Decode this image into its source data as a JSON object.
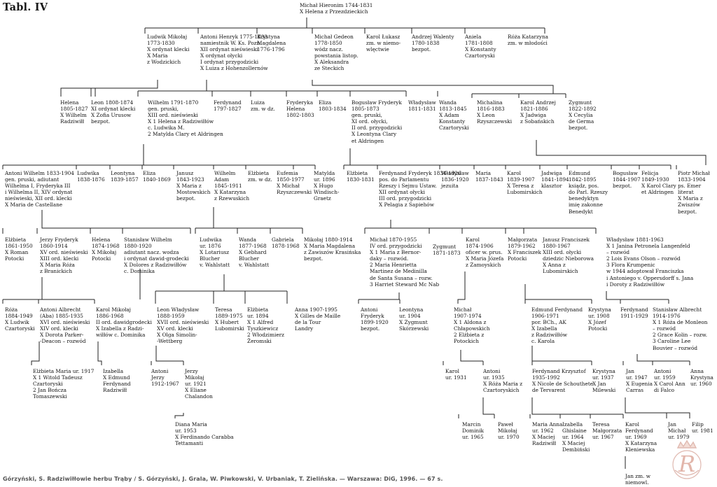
{
  "title": "Tabl. IV",
  "footer": "Górzyński, S. Radziwiłłowie herbu Trąby / S. Górzyński, J. Grala, W. Piwkowski, V. Urbaniak, T. Zielińska. — Warszawa: DiG, 1996. — 67 s.",
  "logo_text": "R",
  "logo_icon": "crowned-monogram-seal",
  "nodes": {
    "root": "Michał Hieronim 1744-1831\nX Helena z Przezdzieckich",
    "g1_ludwik": "Ludwik Mikołaj\n1773-1830\nX ordynat klecki\nX Maria\nz Wodzickich",
    "g1_antoni": "Antoni Henryk 1775-1833\nnamiestnik W. Ks. Pozn.\nXII ordynat nieświeski\nX ordynat ołycki\nI ordynat przygodzicki\nX Luiza z Hohenzollernów",
    "g1_krystyna": "Krystyna\nMagdalena\n1776-1796",
    "g1_michal": "Michał Gedeon\n1778-1850\nwódz nacz.\npowstania listop.\nX Aleksandra\nze Steckich",
    "g1_karol": "Karol Łukasz\nzm. w niemo-\nwlęctwie",
    "g1_andrzej": "Andrzej Walenty\n1780-1838\nbezpot.",
    "g1_aniela": "Aniela\n1781-1808\nX Konstanty\nCzartoryski",
    "g1_roza": "Róża Katarzyna\nzm. w młodości",
    "g2_helena": "Helena\n1805-1827\nX Wilhelm\nRadziwiłł",
    "g2_leon": "Leon 1808-1874\nXI ordynat klecki\nX Zofia Urusow\nbezpot.",
    "g2_wilhelm": "Wilhelm 1791-1870\ngen. pruski,\nXIII ord. nieświeski\nX 1 Helena z Radziwiłłów\nc. Ludwika M.\n2 Matylda Clary et Aldringen",
    "g2_ferdynand": "Ferdynand\n1797-1827",
    "g2_luiza": "Luiza\nzm. w dz.",
    "g2_fryderyka": "Fryderyka\nHelena\n1802-1803",
    "g2_eliza": "Eliza\n1803-1834",
    "g2_boguslaw": "Bogusław Fryderyk\n1805-1873\ngen. pruski,\nXI ord. ołycki,\nII ord. przygodzicki\nX Leontyna Clary\net Aldringen",
    "g2_wladyslaw": "Władysław\n1811-1831",
    "g2_wanda": "Wanda\n1813-1845\nX Adam\nKonstanty\nCzartoryski",
    "g2_michalina": "Michalina\n1816-1883\nX Leon\nRzyszczewski",
    "g2_karol": "Karol Andrzej\n1821-1886\nX Jadwiga\nz Sobańskich",
    "g2_zygmunt": "Zygmunt\n1822-1892\nX Cecylia\nde Germa\nbezpot.",
    "g3_antoni": "Antoni Wilhelm 1833-1904\ngen. pruski, adiutant\nWilhelma I, Fryderyka III\ni Wilhelma II, XIV ordynat\nnieświeski, XII ord. klecki\nX Maria de Castellane",
    "g3_ludwika": "Ludwika\n1838-1876",
    "g3_leontyna": "Leontyna\n1839-1857",
    "g3_eliza": "Eliza\n1840-1869",
    "g3_janusz": "Janusz\n1843-1923\nX Maria z\nMostowskich\nbezpot.",
    "g3_wilhelm": "Wilhelm\nAdam\n1845-1911\nX Katarzyna\nz Rzewuskich",
    "g3_elzbieta": "Elżbieta\nzm. w dz.",
    "g3_eufemia": "Eufemia\n1850-1977\nX Michał\nRzyszczewski",
    "g3_matylda": "Matylda\nur. 1896\nX Hugo\nWindisch-\nGraetz",
    "g3_elzbieta2": "Elżbieta\n1830-1831",
    "g3_ferdynand": "Ferdynand Fryderyk 1834-1926\npos. do Parlamentu\nRzeszy i Sejmu Ustaw.\nXII ordynat ołycki\nIII ord. przygodzicki\nX Pelagia z Sapiehów",
    "g3_wladyslaw": "Władysław\n1836-1920\njezuita",
    "g3_maria": "Maria\n1837-1843",
    "g3_karol": "Karol\n1839-1907\nX Teresa z\nLubomirskich",
    "g3_jadwiga": "Jadwiga\n1841-1894\nklasztor",
    "g3_edmund": "Edmund\n1842-1895\nksiądz, pos.\ndo Parl. Rzeszy\nbenedyktyn\nimię zakonne\nBenedykt",
    "g3_boguslaw": "Bogusław\n1844-1907\nbezpot.",
    "g3_felicja": "Felicja\n1849-1930\nX Karol Clary\net Aldringen",
    "g3_piotr": "Piotr Michał\n1833-1904\nps. Emer\nliterat\nX Maria z\nZwiszów\nbezpot.",
    "g4_elzbieta": "Elżbieta\n1861-1950\nX Roman\nPotocki",
    "g4_jerzy": "Jerzy Fryderyk\n1860-1914\nXV ord. nieświeski\nXIII ord. klecki\nX Maria Róża\nz Branickich",
    "g4_helena": "Helena\n1874-1968\nX Mikołaj\nPotocki",
    "g4_stanislaw": "Stanisław Wilhelm\n1880-1920\nadiutant nacz. wodza\ni ordynat dawid-grodecki\nX Dolores z Radziwiłłów\nc. Dominika",
    "g4_ludwika": "Ludwika\nur. 1876\nX Lotariusz\nBlucher\nv. Wahlstatt",
    "g4_wanda": "Wanda\n1877-1968\nX Gebhard\nBlucher\nv. Wahlstatt",
    "g4_gabriela": "Gabriela\n1878-1968",
    "g4_mikolaj": "Mikołaj 1880-1914\nX Maria Magdalena\nz Zawiszów Krasińska\nbezpot.",
    "g4_michal": "Michał 1870-1955\nIV ord. przygodzicki\nX 1 Maria z Bernor-\ndaky – rozwód.\n2 Maria Henrietta\nMartinez de Medinilla\nde Santa Susana – rozw.\n3 Harriet Steward Mc Nab",
    "g4_zygmunt": "Zygmunt\n1871-1873",
    "g4_karol": "Karol\n1874-1906\noficer w. prus.\nX Maria Józefa\nz Zamoyskich",
    "g4_malgorzata": "Małgorzata\n1879-1962\nX Franciszek\nPotocki",
    "g4_janusz": "Janusz Franciszek\n1880-1967\nXIII ord. ołycki\ndziedzic Nieborowa\nX Anna z\nLubomirskich",
    "g4_wladyslaw": "Władysław 1881-1963\nX 1 Janina Petronela Langenfeld\n– rozwód\n2 Lois Evans Olson – rozwód\n3 Flora Krumpenic\nw 1944 adoptował Franciszka\ni Antoniego v. Oppersdorff s. Jana\ni Doroty z Radziwiłłów",
    "g5_roza": "Róża\n1884-1949\nX Ludwik\nCzartoryski",
    "g5_antoni": "Antoni Albrecht\n(Aba) 1885-1935\nXVI ord. nieświeski\nXIV ord. klecki\nX Dorota Parker-\n-Deacon – rozwód",
    "g5_karol": "Karol Mikołaj\n1886-1968\nII ord. dawidgrodecki\nX Izabella z Radzi-\nwiłłów c. Dominika",
    "g5_leon": "Leon Władysław\n1888-1959\nXVII ord. nieświeski\nXV ord. klecki\nX Olga Simolin-\n-Wettberg",
    "g5_teresa": "Teresa\n1889-1975\nX Hubert\nLubomirski",
    "g5_elzbieta": "Elżbieta\nur. 1894\nX 1 Alfred\nTyszkiewicz\n2 Włodzimierz\nŻeromski",
    "g5_anna": "Anna 1907-1995\nX Gilles de Maille\nde la Tour\nLandry",
    "g5_antoni2": "Antoni\nFryderyk\n1899-1920\nbezpot.",
    "g5_leontyna": "Leontyna\nur. 1904\nX Zygmunt\nSkórzewski",
    "g5_michal": "Michał\n1907-1974\nX 1 Aldona z\nChłapowskich\n2 Elżbieta z\nPotockich",
    "g5_edmund": "Edmund Ferdynand\n1906-1971\npor. BCh., AK\nX Izabella\nz Radziwiłłów\nc. Karola",
    "g5_krystyna": "Krystyna\nur. 1908\nX Józef\nPotocki",
    "g5_ferdynand": "Ferdynand\n1911-1929",
    "g5_stanislaw": "Stanisław Albrecht\n1914-1976\nX 1 Róża de Monleon\n– rozwód\n2 Grace Kolin – rozw.\n3 Caroline Lee\nBouvier – rozwód",
    "g6_elzbieta": "Elżbieta Maria ur. 1917\nX 1 Witold Tadeusz\nCzartoryski\n2 Jan Bończa\nTomaszewski",
    "g6_izabella": "Izabella\nX Edmund\nFerdynand\nRadziwiłł",
    "g6_antoni": "Antoni\nJerzy\n1912-1967",
    "g6_jerzy": "Jerzy\nMikołaj\nur. 1921\nX Eliane\nChalandon",
    "g6_karol": "Karol\nur. 1931",
    "g6_antoni2": "Antoni\nur. 1935\nX Róża Maria z\nCzartoryskich",
    "g6_ferdynand": "Ferdynand Krzysztof\n1935-1992\nX Nicole de Schouthete\nde Tervarent",
    "g6_krystyna": "Krystyna\nur. 1937\nX Jan\nMilewski",
    "g6_jan": "Jan\nur. 1947\nX Eugenia\nCarras",
    "g6_antoni3": "Antoni\nur. 1959\nX Carol Ann\ndi Falco",
    "g6_anna": "Anna\nKrystyna\nur. 1960",
    "g7_diana": "Diana Maria\nur. 1953\nX Ferdinando Carabba\nTettamanti",
    "g7_marcin": "Marcin\nDominik\nur. 1965",
    "g7_pawel": "Paweł\nMikołaj\nur. 1970",
    "g7_maria": "Maria Anna\nur. 1962\nX Maciej\nRadziwiłł",
    "g7_izabella": "Izabella\nGhislaine\nur. 1964\nX Maciej\nDembiński",
    "g7_teresa": "Teresa\nMałgorzata\nur. 1967",
    "g7_karol": "Karol\nFerdynand\nur. 1969\nX Katarzyna\nKleniewska",
    "g7_jan": "Jan\nMichał\nur. 1979",
    "g7_filip": "Filip\nur. 1981",
    "g8_jan": "Jan zm. w\nniemowl."
  }
}
